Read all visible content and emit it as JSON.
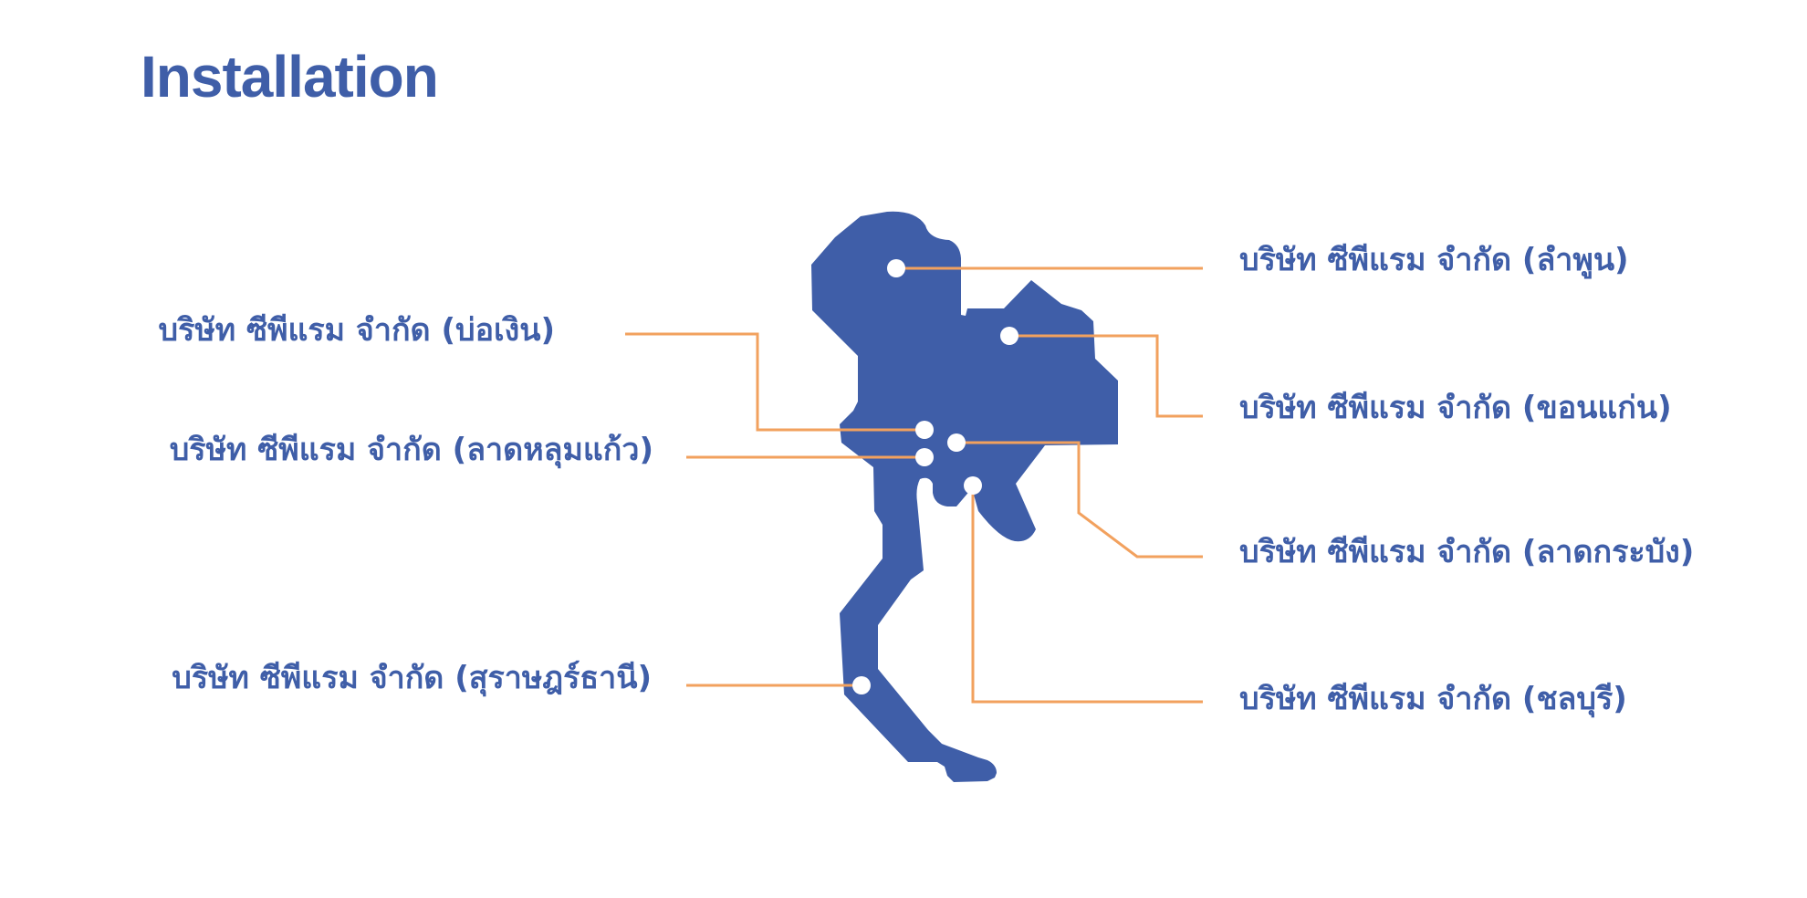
{
  "page": {
    "title": "Installation",
    "colors": {
      "brand": "#3f5ea8",
      "connector": "#f2a15e",
      "marker": "#ffffff",
      "background": "#ffffff"
    }
  },
  "locations": [
    {
      "id": "lamphun",
      "label": "บริษัท ซีพีแรม จำกัด (ลำพูน)"
    },
    {
      "id": "bo-ngoen",
      "label": "บริษัท ซีพีแรม จำกัด (บ่อเงิน)"
    },
    {
      "id": "khon-kaen",
      "label": "บริษัท ซีพีแรม จำกัด (ขอนแก่น)"
    },
    {
      "id": "lat-lum-kaeo",
      "label": "บริษัท ซีพีแรม จำกัด (ลาดหลุมแก้ว)"
    },
    {
      "id": "lat-krabang",
      "label": "บริษัท ซีพีแรม จำกัด (ลาดกระบัง)"
    },
    {
      "id": "surat-thani",
      "label": "บริษัท ซีพีแรม จำกัด (สุราษฎร์ธานี)"
    },
    {
      "id": "chonburi",
      "label": "บริษัท ซีพีแรม จำกัด (ชลบุรี)"
    }
  ]
}
